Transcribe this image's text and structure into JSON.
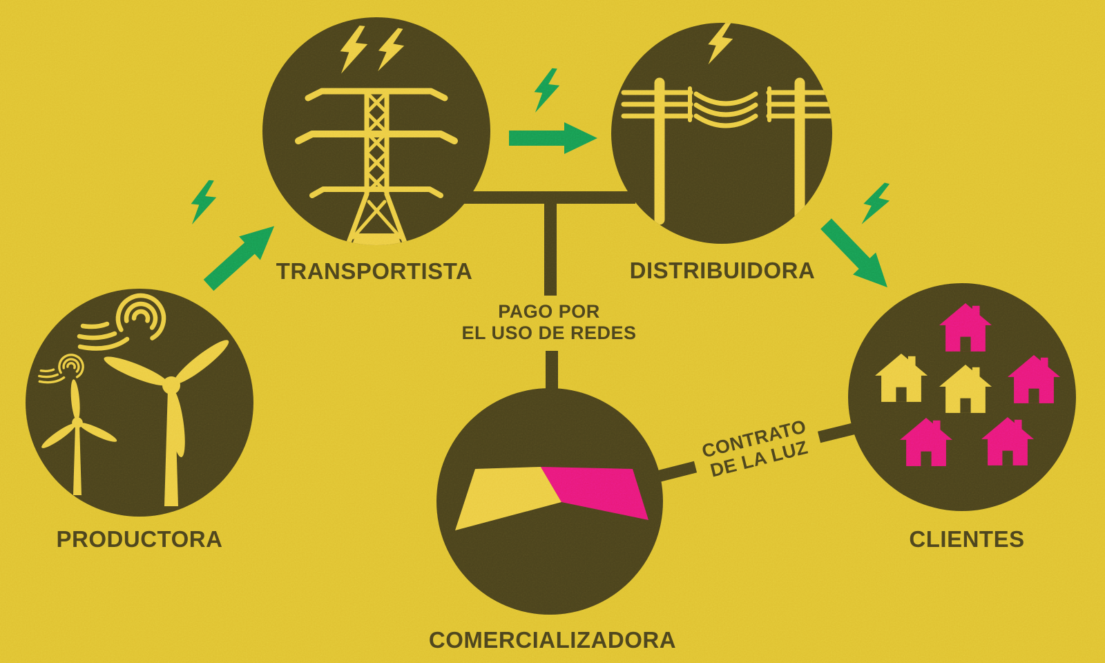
{
  "diagram": {
    "title_hint": "electricity supply chain infographic",
    "nodes": [
      {
        "id": "productora",
        "label": "PRODUCTORA",
        "icon": "wind-turbines-icon"
      },
      {
        "id": "transportista",
        "label": "TRANSPORTISTA",
        "icon": "transmission-tower-icon"
      },
      {
        "id": "distribuidora",
        "label": "DISTRIBUIDORA",
        "icon": "power-lines-icon"
      },
      {
        "id": "comercializadora",
        "label": "COMERCIALIZADORA",
        "icon": "sales-banner-icon"
      },
      {
        "id": "clientes",
        "label": "CLIENTES",
        "icon": "houses-icon"
      }
    ],
    "edge_labels": {
      "pago_line1": "PAGO POR",
      "pago_line2": "EL USO DE REDES",
      "contrato_line1": "CONTRATO",
      "contrato_line2": "DE LA LUZ"
    },
    "flows": [
      {
        "from": "productora",
        "to": "transportista",
        "style": "green-arrow-with-lightning"
      },
      {
        "from": "transportista",
        "to": "distribuidora",
        "style": "green-arrow-with-lightning"
      },
      {
        "from": "distribuidora",
        "to": "clientes",
        "style": "green-arrow-with-lightning"
      },
      {
        "from": "transportista/distribuidora",
        "to": "comercializadora",
        "style": "dark-line",
        "label": "PAGO POR EL USO DE REDES"
      },
      {
        "from": "comercializadora",
        "to": "clientes",
        "style": "dark-line",
        "label": "CONTRATO DE LA LUZ"
      }
    ],
    "houses": [
      {
        "position": "top",
        "color": "pink",
        "hex": "#e9197b"
      },
      {
        "position": "mid-left",
        "color": "yellow",
        "hex": "#eccc43"
      },
      {
        "position": "mid-center",
        "color": "yellow",
        "hex": "#eccc43"
      },
      {
        "position": "mid-right",
        "color": "pink",
        "hex": "#e9197b"
      },
      {
        "position": "bottom-left",
        "color": "pink",
        "hex": "#e9197b"
      },
      {
        "position": "bottom-right",
        "color": "pink",
        "hex": "#e9197b"
      }
    ],
    "banner": {
      "left_hex": "#eccc43",
      "right_hex": "#e9197b"
    },
    "colors": {
      "background": "#e0c232",
      "dark": "#4a421c",
      "icon_yellow": "#eccc43",
      "pink": "#e9197b",
      "green": "#189b51"
    }
  }
}
